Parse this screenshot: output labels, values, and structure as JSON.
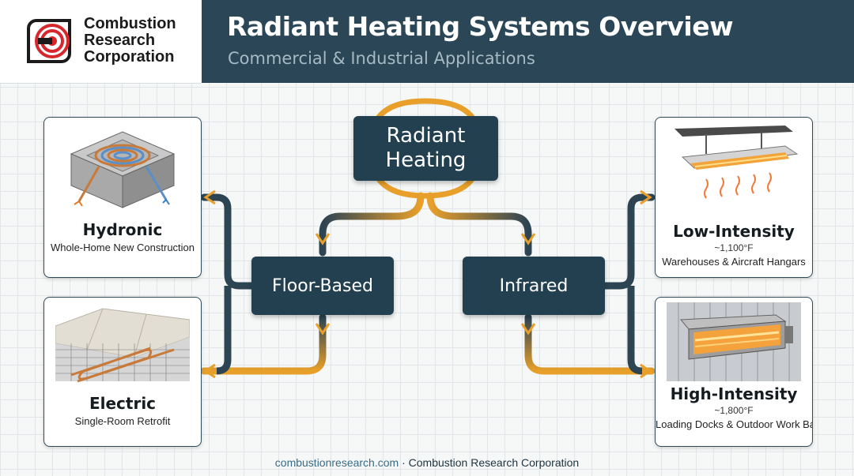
{
  "logo": {
    "line1": "Combustion",
    "line2": "Research",
    "line3": "Corporation"
  },
  "header": {
    "title": "Radiant Heating Systems Overview",
    "subtitle": "Commercial & Industrial Applications"
  },
  "diagram": {
    "root": "Radiant\nHeating",
    "floor_based": "Floor-Based",
    "infrared": "Infrared",
    "hydronic": {
      "title": "Hydronic",
      "desc": "Whole-Home New Construction"
    },
    "electric": {
      "title": "Electric",
      "desc": "Single-Room Retrofit"
    },
    "low_intensity": {
      "title": "Low-Intensity",
      "temp": "~1,100°F",
      "desc": "Warehouses & Aircraft Hangars"
    },
    "high_intensity": {
      "title": "High-Intensity",
      "temp": "~1,800°F",
      "desc": "Loading Docks & Outdoor Work Bays"
    }
  },
  "footer": {
    "url": "combustionresearch.com",
    "separator": " · ",
    "company": "Combustion Research Corporation"
  },
  "colors": {
    "navy": "#234050",
    "header_band": "#2a4657",
    "accent_orange": "#e8a02a",
    "logo_red": "#d8262d"
  }
}
